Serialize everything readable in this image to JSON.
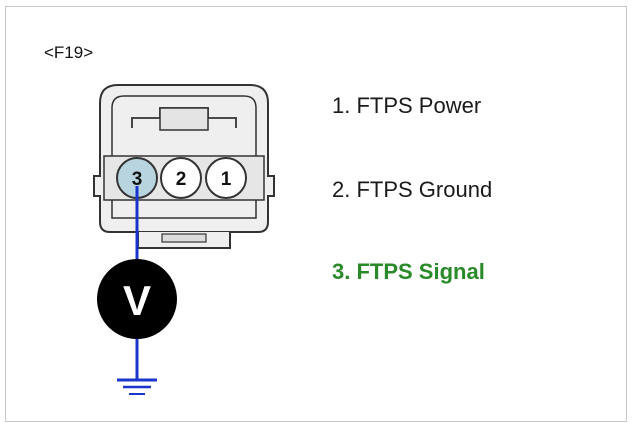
{
  "diagram": {
    "connector_id": "<F19>",
    "pins": [
      {
        "label": "3",
        "highlighted": true
      },
      {
        "label": "2",
        "highlighted": false
      },
      {
        "label": "1",
        "highlighted": false
      }
    ],
    "meter_label": "V",
    "legend": [
      {
        "text": "1. FTPS Power",
        "highlighted": false
      },
      {
        "text": "2. FTPS Ground",
        "highlighted": false
      },
      {
        "text": "3. FTPS Signal",
        "highlighted": true
      }
    ]
  },
  "colors": {
    "highlight_text": "#2a8a2a",
    "highlight_pin": "#b8d4df",
    "wire": "#1a35cc",
    "connector_fill": "#efefef",
    "connector_stroke": "#333333",
    "meter": "#000000"
  }
}
